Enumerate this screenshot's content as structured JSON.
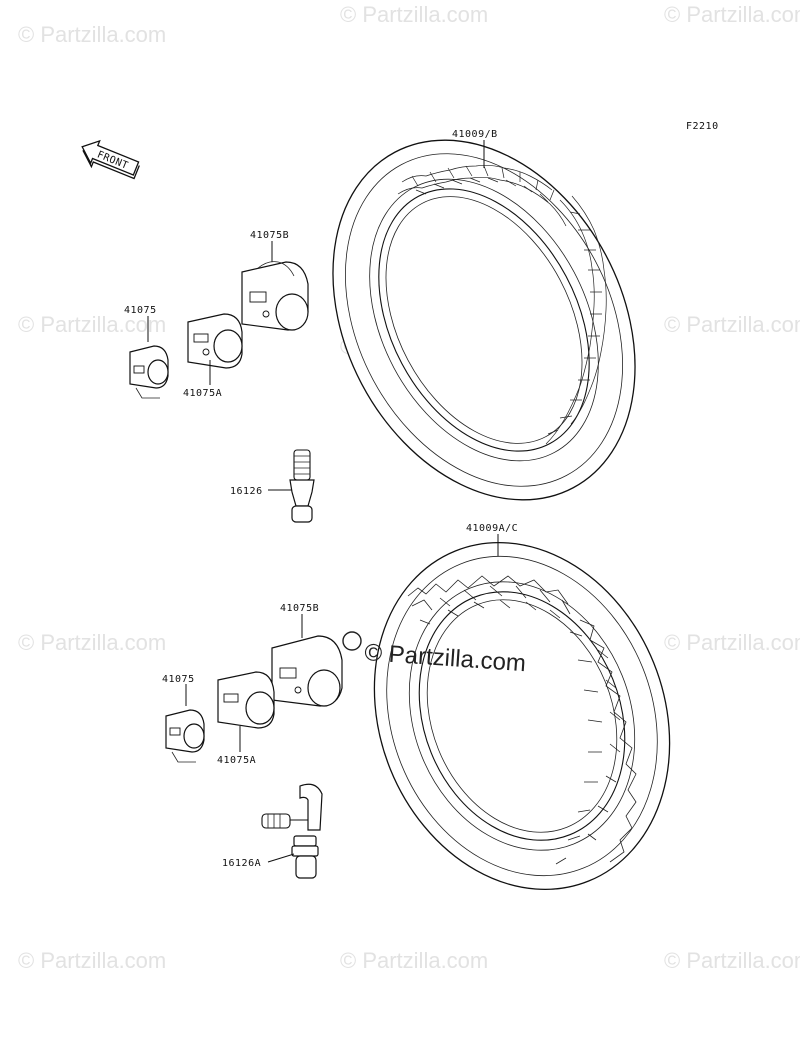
{
  "figure_code": "F2210",
  "front_label": "FRONT",
  "watermark": "© Partzilla.com",
  "center_watermark": "© Partzilla.com",
  "callouts": {
    "tire_front": "41009/B",
    "tire_rear": "41009A/C",
    "weight_b_top": "41075B",
    "weight_top": "41075",
    "weight_a_top": "41075A",
    "valve_top": "16126",
    "weight_b_bottom": "41075B",
    "weight_bottom": "41075",
    "weight_a_bottom": "41075A",
    "valve_bottom": "16126A"
  }
}
